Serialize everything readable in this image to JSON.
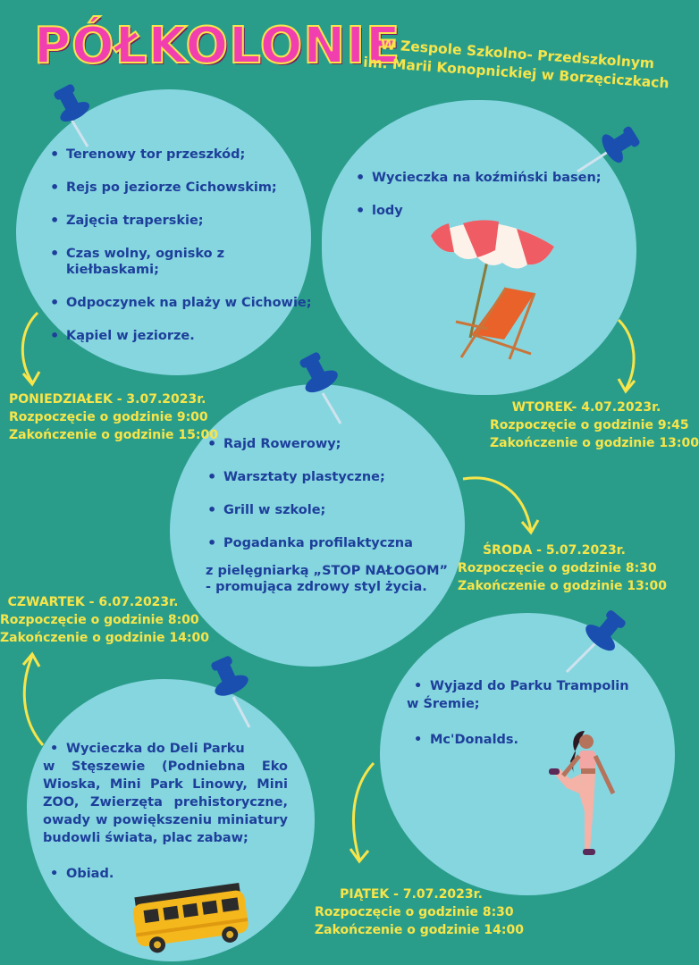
{
  "title": "PÓŁKOLONIE",
  "school": [
    "W Zespole Szkolno- Przedszkolnym",
    "im. Marii Konopnickiej w Borzęciczkach"
  ],
  "days": {
    "monday": {
      "activities": [
        "Terenowy tor przeszkód;",
        "Rejs po jeziorze Cichowskim;",
        "Zajęcia traperskie;",
        "Czas wolny, ognisko z kiełbaskami;",
        "Odpoczynek na plaży w Cichowie;",
        "Kąpiel w jeziorze."
      ],
      "date": "PONIEDZIAŁEK - 3.07.2023r.",
      "start": "Rozpoczęcie o godzinie 9:00",
      "end": "Zakończenie o godzinie 15:00"
    },
    "tuesday": {
      "activities": [
        "Wycieczka na koźmiński basen;",
        "lody"
      ],
      "date": "WTOREK- 4.07.2023r.",
      "start": "Rozpoczęcie o godzinie 9:45",
      "end": "Zakończenie o godzinie 13:00"
    },
    "wednesday": {
      "activities": [
        "Rajd Rowerowy;",
        "Warsztaty plastyczne;",
        "Grill w szkole;"
      ],
      "talk_line1": "Pogadanka profilaktyczna",
      "talk_line2": "z pielęgniarką „STOP NAŁOGOM”",
      "talk_line3": "- promująca zdrowy styl życia.",
      "date": "ŚRODA - 5.07.2023r.",
      "start": "Rozpoczęcie o godzinie 8:30",
      "end": "Zakończenie o godzinie 13:00"
    },
    "thursday": {
      "trip_line1": "Wycieczka do Deli Parku",
      "trip_rest": "w Stęszewie (Podniebna Eko Wioska, Mini Park Linowy, Mini ZOO, Zwierzęta prehistoryczne, owady w powiększeniu miniatury budowli świata, plac zabaw;",
      "lunch": "Obiad.",
      "date": "CZWARTEK - 6.07.2023r.",
      "start": "Rozpoczęcie o godzinie 8:00",
      "end": "Zakończenie o godzinie 14:00"
    },
    "friday": {
      "trampoline_line1": "Wyjazd do Parku Trampolin",
      "trampoline_line2": "w Śremie;",
      "mcd": "Mc'Donalds.",
      "date": "PIĄTEK - 7.07.2023r.",
      "start": "Rozpoczęcie o godzinie 8:30",
      "end": "Zakończenie o godzinie 14:00"
    }
  },
  "colors": {
    "background": "#2a9d8a",
    "blob": "#86d6e0",
    "text": "#1d3f9a",
    "accent": "#f7e54a",
    "title": "#f23fb0",
    "pin": "#1a4fb0"
  },
  "icons": [
    "push-pin-icon",
    "curved-arrow-icon",
    "beach-umbrella-icon",
    "deck-chair-icon",
    "school-bus-icon",
    "stretching-girl-icon"
  ]
}
